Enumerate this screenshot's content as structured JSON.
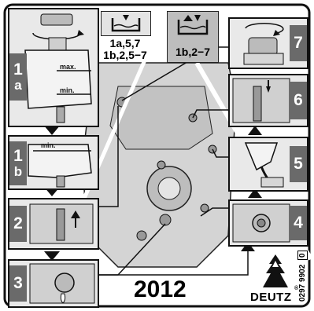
{
  "steps": [
    {
      "num": "1",
      "sub": "a",
      "labels": [
        "max.",
        "min."
      ]
    },
    {
      "num": "1",
      "sub": "b",
      "labels": [
        "min."
      ]
    },
    {
      "num": "2",
      "sub": ""
    },
    {
      "num": "3",
      "sub": ""
    },
    {
      "num": "4",
      "sub": ""
    },
    {
      "num": "5",
      "sub": ""
    },
    {
      "num": "6",
      "sub": ""
    },
    {
      "num": "7",
      "sub": ""
    }
  ],
  "symbol_drain": {
    "line1": "1a,5,7",
    "line2": "1b,2,5−7"
  },
  "symbol_fill": {
    "line1": "1b,2−7"
  },
  "series": "2012",
  "brand": "DEUTZ",
  "doc_number": "0297 9902",
  "revision": "0",
  "registered_mark": "®",
  "colors": {
    "tab": "#6a6a6a",
    "panel": "#e9e9e9",
    "outline": "#111111"
  }
}
